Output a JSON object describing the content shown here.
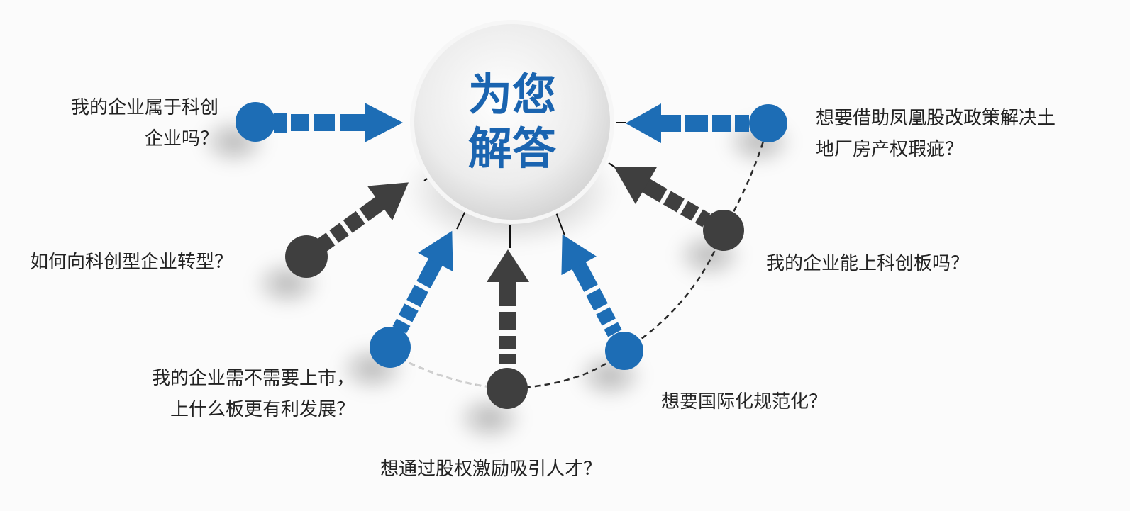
{
  "center": {
    "line1": "为您",
    "line2": "解答"
  },
  "questions": {
    "q1": {
      "line1": "我的企业属于科创",
      "line2": "企业吗？"
    },
    "q2": {
      "line1": "如何向科创型企业转型？"
    },
    "q3": {
      "line1": "我的企业需不需要上市，",
      "line2": "上什么板更有利发展？"
    },
    "q4": {
      "line1": "想通过股权激励吸引人才？"
    },
    "q5": {
      "line1": "想要国际化规范化？"
    },
    "q6": {
      "line1": "我的企业能上科创板吗？"
    },
    "q7": {
      "line1": "想要借助凤凰股改政策解决土",
      "line2": "地厂房产权瑕疵？"
    }
  },
  "colors": {
    "blue": "#1d6db5",
    "dark": "#3f3f3f",
    "title": "#1a64b0",
    "circle_bg": "#e9e9e9"
  }
}
